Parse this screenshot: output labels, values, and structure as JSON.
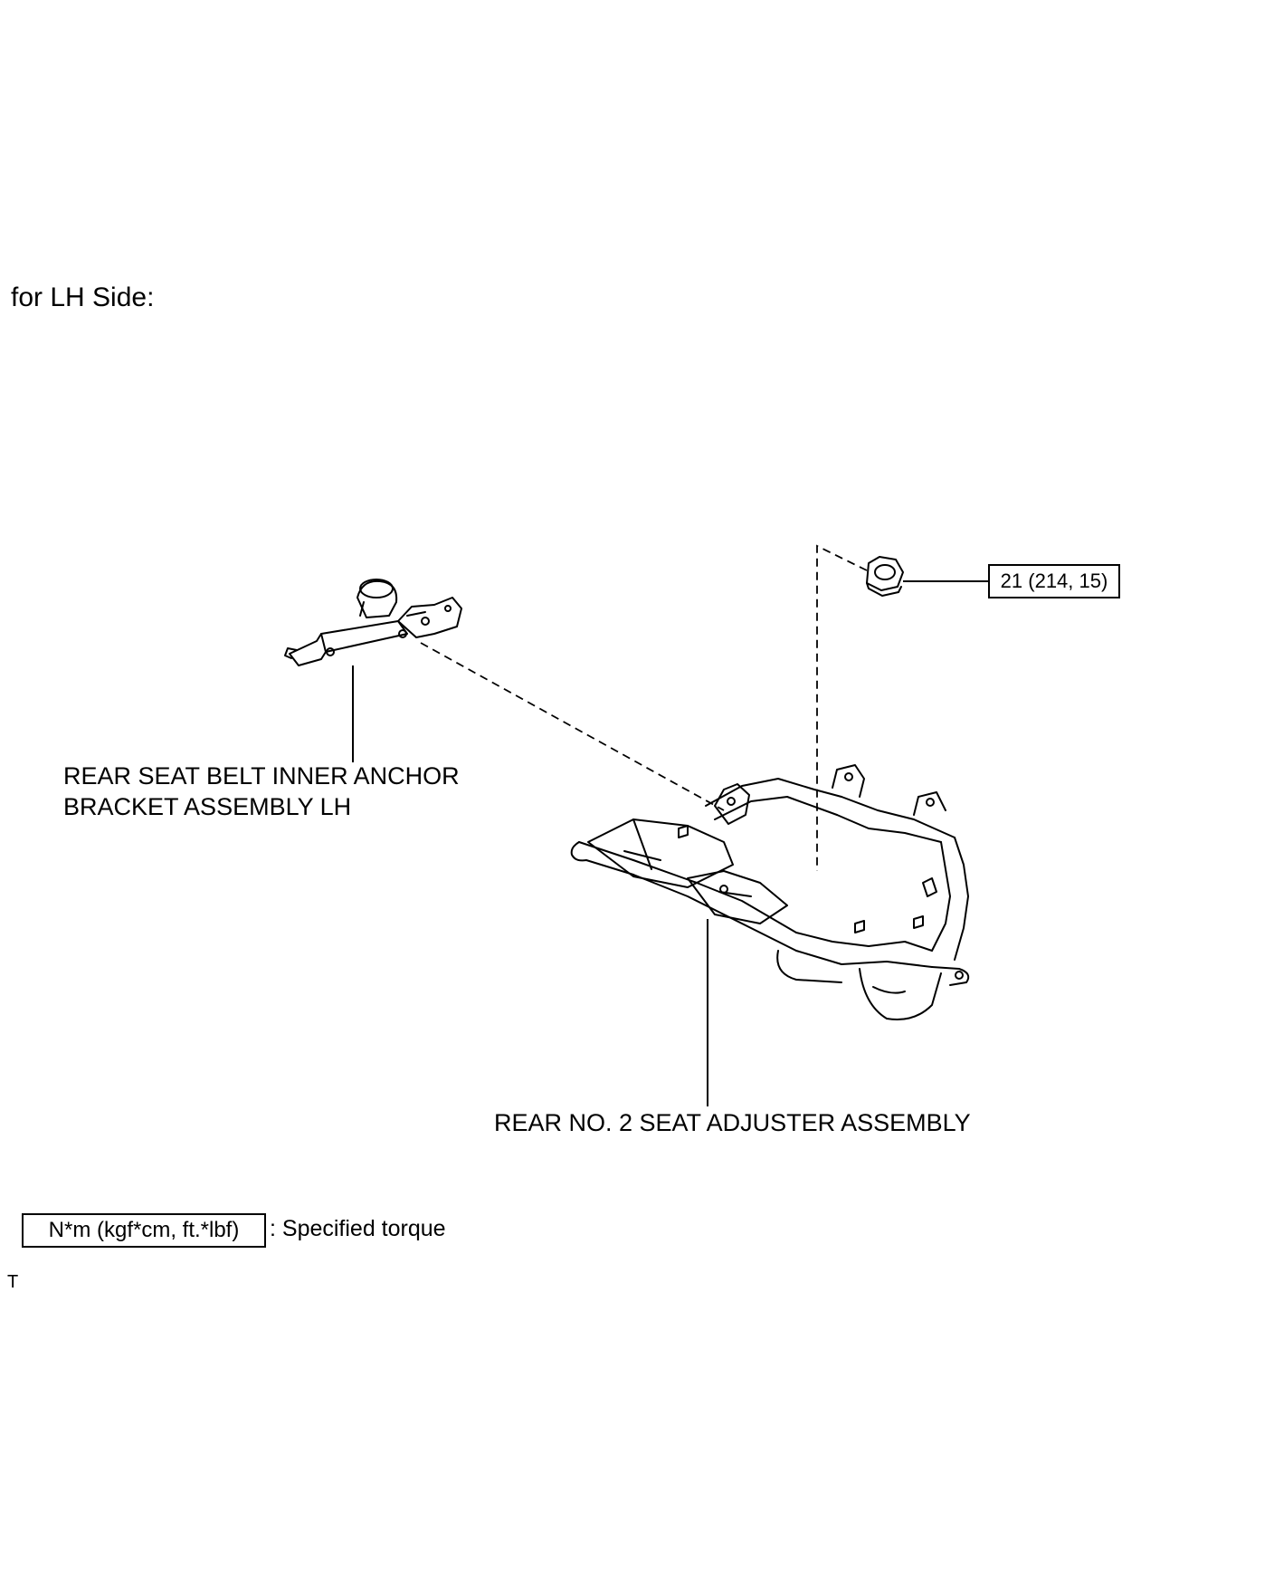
{
  "heading": "for LH Side:",
  "labels": {
    "bracket_line1": "REAR SEAT BELT INNER ANCHOR",
    "bracket_line2": "BRACKET ASSEMBLY LH",
    "adjuster": "REAR NO. 2 SEAT ADJUSTER ASSEMBLY"
  },
  "torque_callout": "21 (214, 15)",
  "legend": {
    "box": "N*m (kgf*cm, ft.*lbf)",
    "text": ": Specified torque"
  },
  "corner_mark": "T"
}
